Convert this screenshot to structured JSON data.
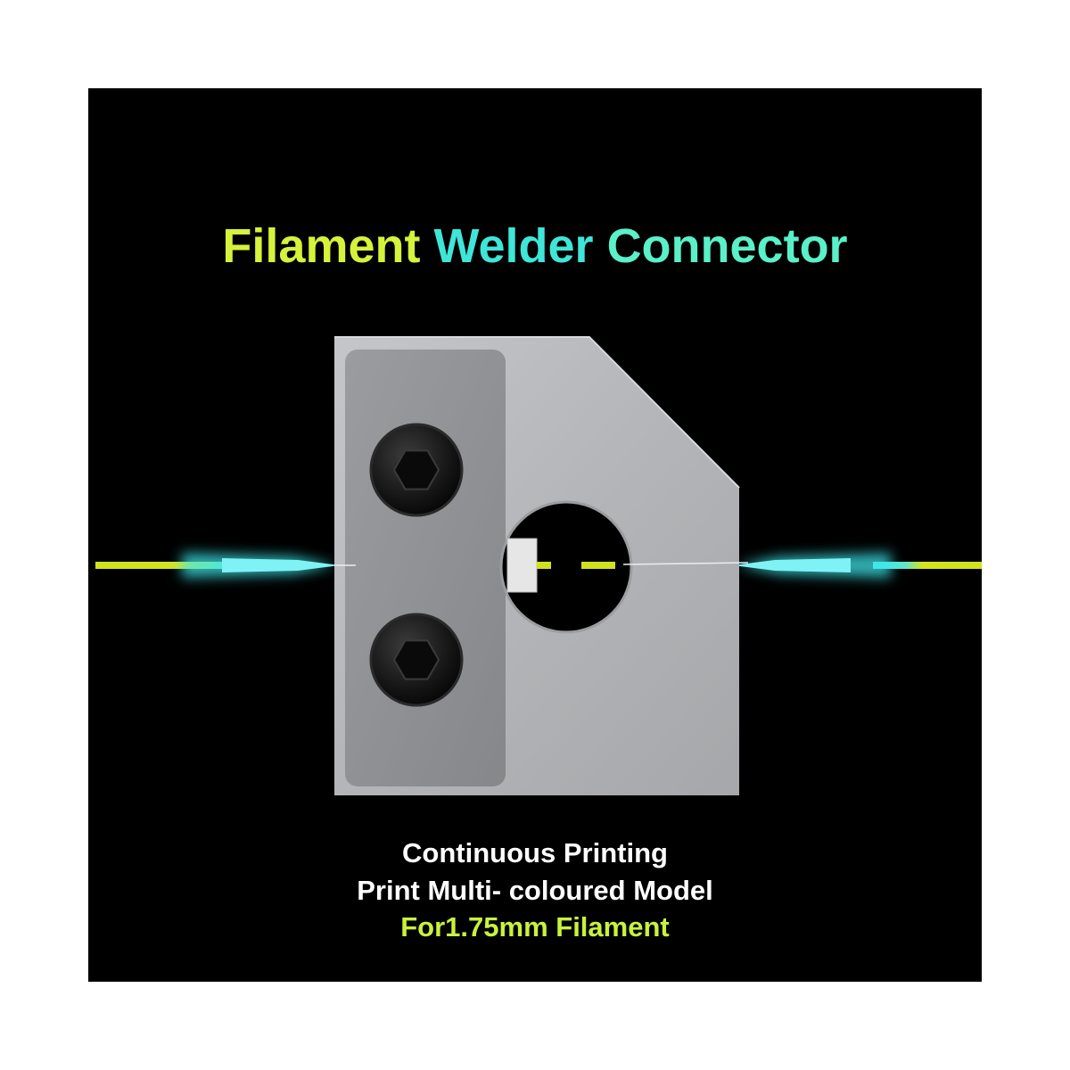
{
  "title": {
    "words": [
      "Filament",
      "Welder",
      "Connector"
    ],
    "colors": [
      "#d6f23a",
      "#3fe6d8",
      "#5af0c8"
    ]
  },
  "captions": {
    "line1": "Continuous Printing",
    "line2": "Print Multi- coloured Model",
    "line3": "For1.75mm Filament"
  },
  "colors": {
    "background": "#000000",
    "filament": "#c8dc1e",
    "glow": "#3fe8ec",
    "metal": "#b9bbbe",
    "plate": "#8f9194"
  },
  "icons": [
    "hex-socket-screw-icon",
    "hex-socket-screw-icon",
    "filament-arrow-icon",
    "filament-arrow-icon"
  ]
}
